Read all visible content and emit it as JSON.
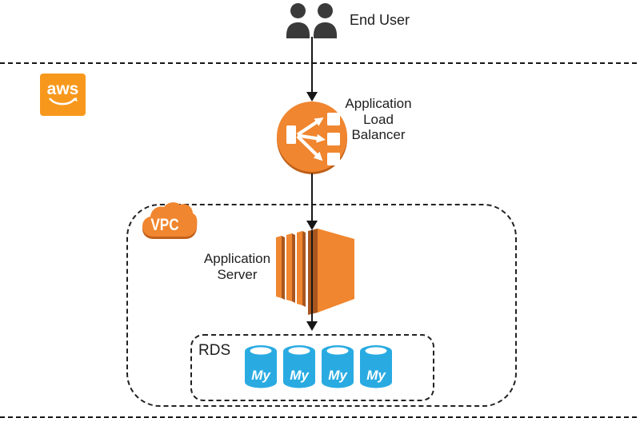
{
  "colors": {
    "aws-orange": "#F7981D",
    "icon-orange": "#F0862F",
    "icon-orange-dark": "#A9561F",
    "icon-rim-dark": "#BE5F18",
    "cloud-shadow": "#C2601A",
    "db-blue": "#29ABE2",
    "text": "#1E1E1E",
    "line": "#161616",
    "people": "#3A3A3A"
  },
  "end_user": {
    "label": "End User"
  },
  "aws_logo": {
    "text": "aws"
  },
  "load_balancer": {
    "lines": [
      "Application",
      "Load",
      "Balancer"
    ]
  },
  "vpc": {
    "label": "VPC"
  },
  "app_server": {
    "lines": [
      "Application",
      "Server"
    ]
  },
  "rds": {
    "label": "RDS",
    "databases": [
      {
        "label": "My"
      },
      {
        "label": "My"
      },
      {
        "label": "My"
      },
      {
        "label": "My"
      }
    ]
  }
}
